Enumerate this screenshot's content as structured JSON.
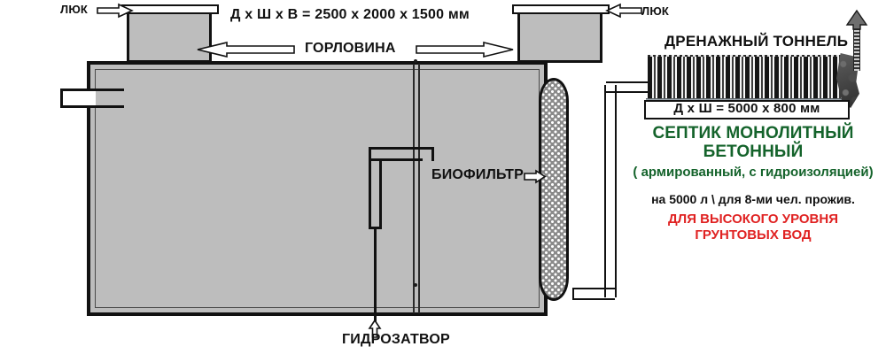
{
  "diagram": {
    "title_main": "СЕПТИК МОНОЛИТНЫЙ БЕТОННЫЙ",
    "colors": {
      "green": "#14632b",
      "red": "#e02222",
      "black": "#111111",
      "tank_fill": "#bdbdbd"
    }
  },
  "labels": {
    "hatch_left": "ЛЮК",
    "hatch_right": "ЛЮК",
    "tank_dimensions": "Д х Ш х В = 2500  х 2000 х 1500 мм",
    "neck": "ГОРЛОВИНА",
    "biofilter": "БИОФИЛЬТР",
    "water_seal": "ГИДРОЗАТВОР",
    "drainage_tunnel": "ДРЕНАЖНЫЙ ТОННЕЛЬ",
    "tunnel_dimensions": "Д х Ш = 5000 х 800 мм"
  },
  "info": {
    "title_line1": "СЕПТИК МОНОЛИТНЫЙ",
    "title_line2": "БЕТОННЫЙ",
    "subtitle": "( армированный, с гидроизоляцией)",
    "capacity": "на  5000 л \\ для 8-ми чел. прожив.",
    "groundwater_line1": "ДЛЯ ВЫСОКОГО УРОВНЯ",
    "groundwater_line2": "ГРУНТОВЫХ ВОД"
  },
  "icons": {
    "arrow_right": "arrow-right-icon",
    "arrow_left": "arrow-left-icon",
    "arrow_up": "arrow-up-icon",
    "vent": "vent-arrow-icon"
  }
}
